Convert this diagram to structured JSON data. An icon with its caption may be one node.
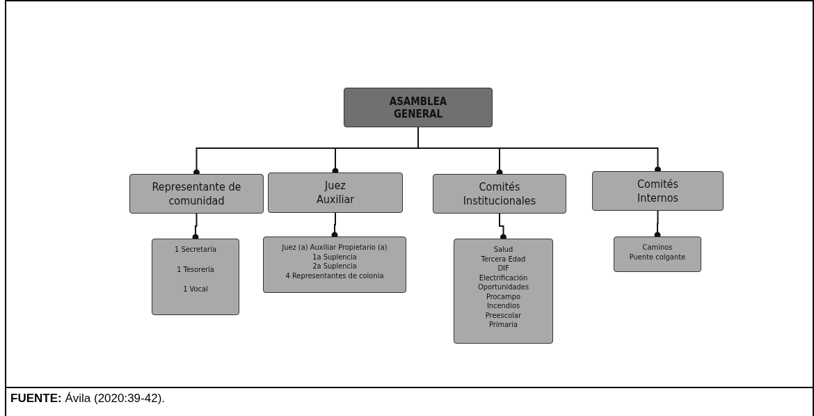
{
  "diagram": {
    "caption": "**FUENTE:** Ávila (2020:39-42).",
    "nodes": [
      {
        "text": [
          "ASAMBLEA GENERAL"
        ]
      },
      {
        "text": [
          "Representante de comunidad"
        ]
      },
      {
        "text": [
          "Juez Auxiliar"
        ]
      },
      {
        "text": [
          "Comités Institucionales"
        ]
      },
      {
        "text": [
          "Comités Internos"
        ]
      },
      {
        "text": [
          "1 Secretaría",
          "1 Tesorería",
          "1 Vocal"
        ]
      },
      {
        "text": [
          "Juez (a) Auxiliar Propietario (a)",
          "1a Suplencia",
          "2a Suplencia",
          "4 Representantes de colonia"
        ]
      },
      {
        "text": [
          "Salud",
          "Tercera Edad",
          "DIF",
          "Electrificación",
          "Oportunidades",
          "Procampo",
          "Incendios",
          "Preescolar",
          "Primaria"
        ]
      },
      {
        "text": [
          "Caminos",
          "Puente colgante"
        ]
      }
    ],
    "edges": [
      {
        "from": 0,
        "to": 1,
        "arrow": "other"
      },
      {
        "from": 0,
        "to": 2,
        "arrow": "other"
      },
      {
        "from": 0,
        "to": 3,
        "arrow": "other"
      },
      {
        "from": 0,
        "to": 4,
        "arrow": "other"
      },
      {
        "from": 1,
        "to": 5,
        "arrow": "other"
      },
      {
        "from": 2,
        "to": 6,
        "arrow": "other"
      },
      {
        "from": 3,
        "to": 7,
        "arrow": "other"
      },
      {
        "from": 4,
        "to": 8,
        "arrow": "other"
      }
    ]
  }
}
